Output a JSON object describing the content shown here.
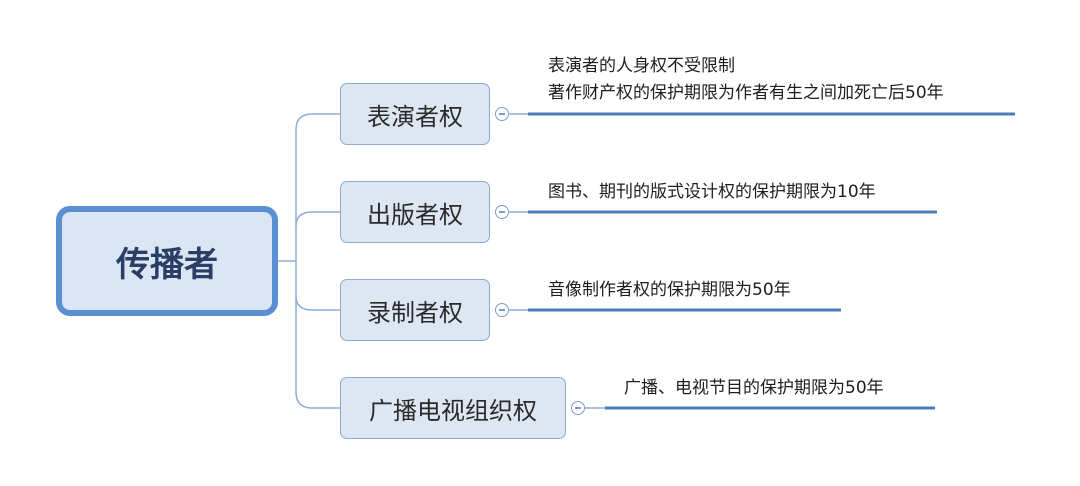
{
  "diagram": {
    "root": {
      "label": "传播者"
    },
    "branches": [
      {
        "label": "表演者权",
        "notes": [
          "表演者的人身权不受限制",
          "著作财产权的保护期限为作者有生之间加死亡后50年"
        ]
      },
      {
        "label": "出版者权",
        "notes": [
          "图书、期刊的版式设计权的保护期限为10年"
        ]
      },
      {
        "label": "录制者权",
        "notes": [
          "音像制作者权的保护期限为50年"
        ]
      },
      {
        "label": "广播电视组织权",
        "notes": [
          "广播、电视节目的保护期限为50年"
        ]
      }
    ]
  },
  "colors": {
    "root_fill": "#dbe6f4",
    "root_border": "#5b8fd4",
    "branch_fill": "#dde7f4",
    "branch_border": "#8ea9cf",
    "connector": "#8eaed6",
    "underline": "#4a7cc0"
  },
  "icons": {
    "collapse": "collapse-circle-icon"
  }
}
